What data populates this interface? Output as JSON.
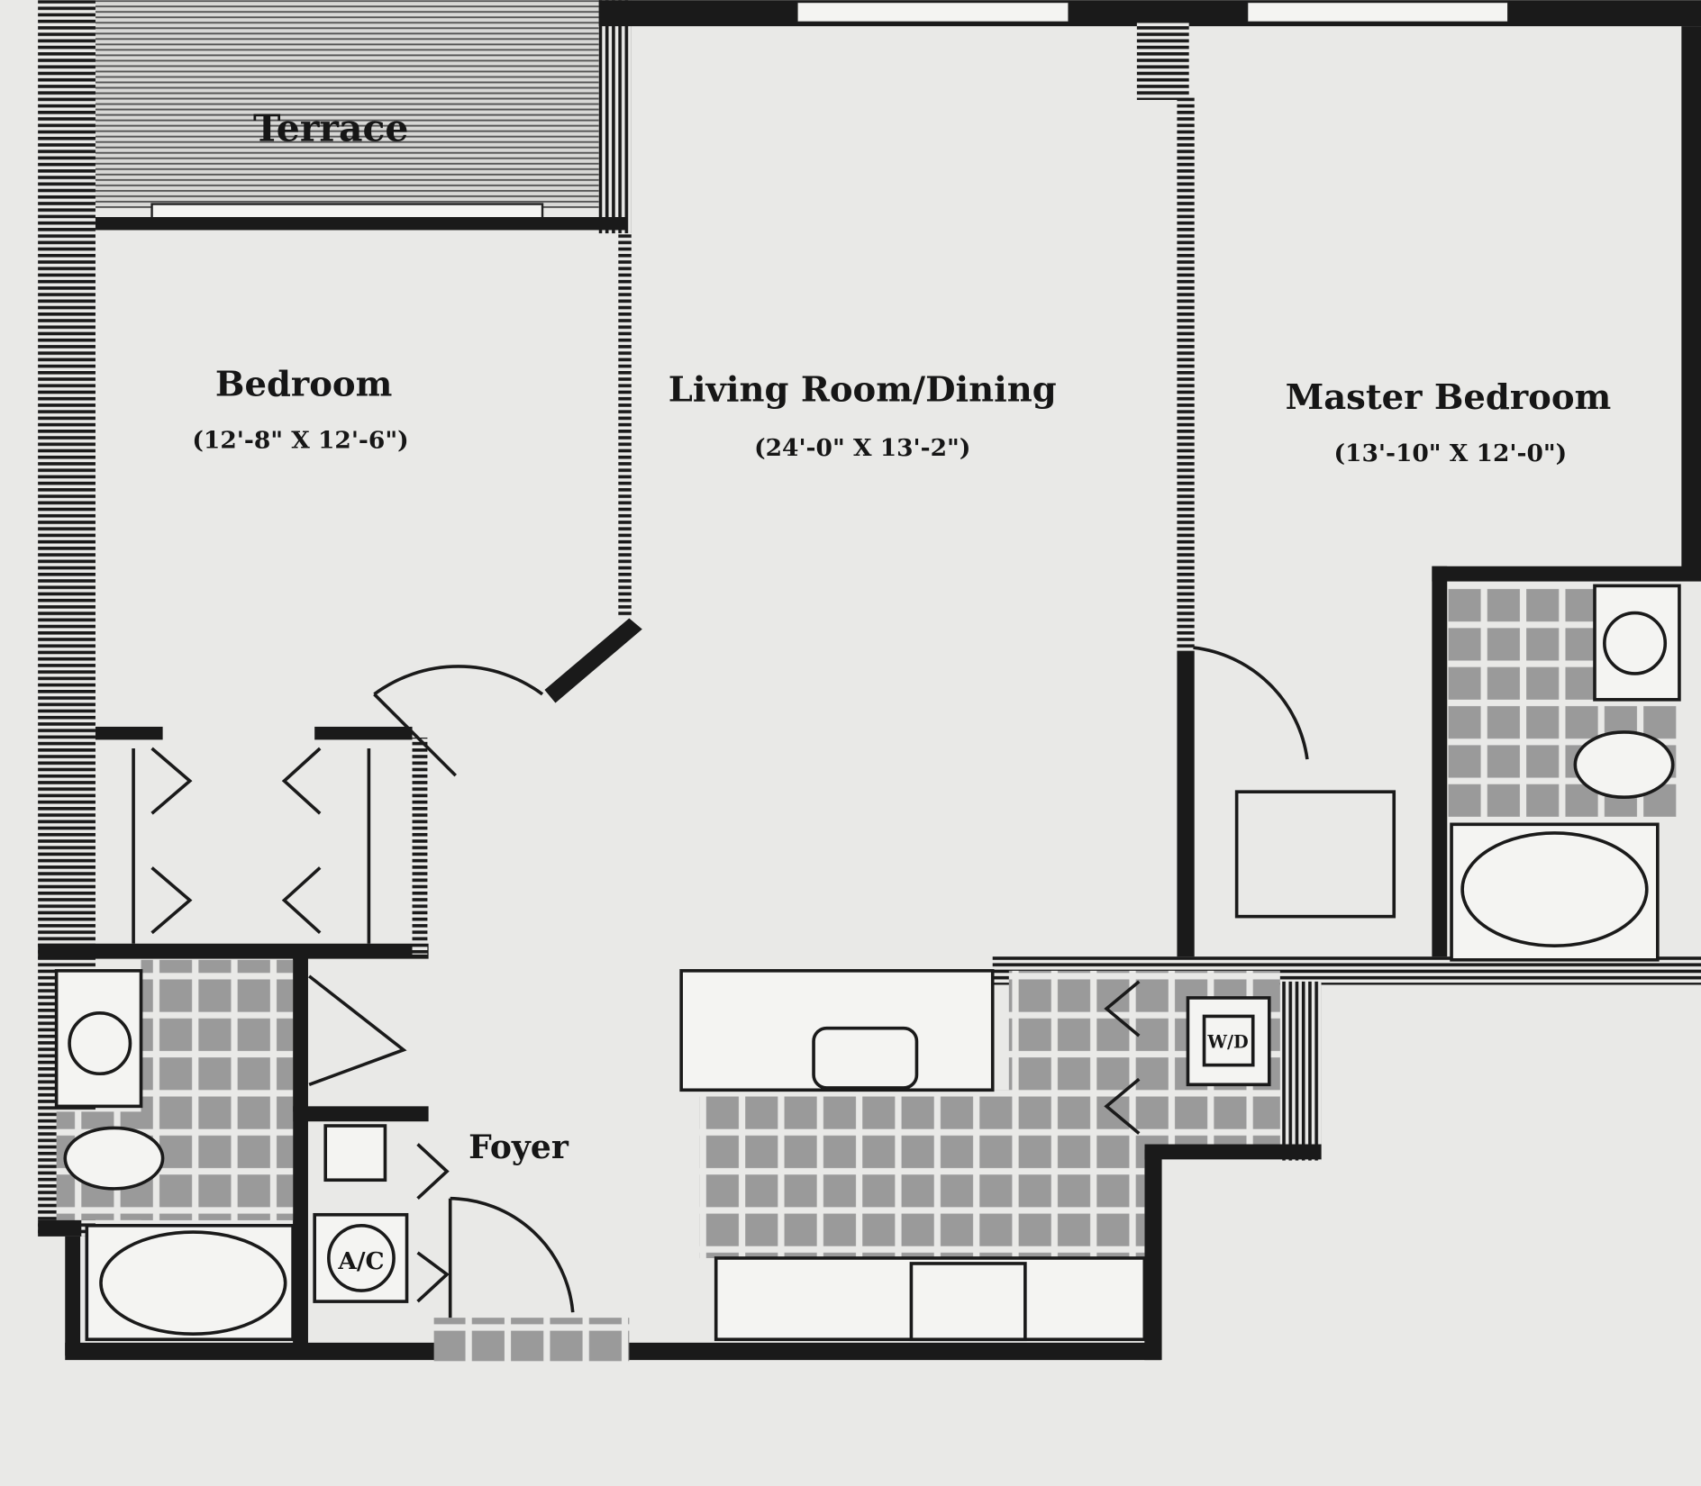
{
  "rooms": {
    "terrace": {
      "name": "Terrace"
    },
    "bedroom": {
      "name": "Bedroom",
      "dimensions": "(12'-8\" X 12'-6\")"
    },
    "living": {
      "name": "Living Room/Dining",
      "dimensions": "(24'-0\" X 13'-2\")"
    },
    "master": {
      "name": "Master Bedroom",
      "dimensions": "(13'-10\" X 12'-0\")"
    },
    "foyer": {
      "name": "Foyer"
    }
  },
  "fixtures": {
    "ac": "A/C",
    "wd": "W/D"
  },
  "colors": {
    "paper": "#e9e9e7",
    "ink": "#161616",
    "tile": "#9a9a9a"
  }
}
